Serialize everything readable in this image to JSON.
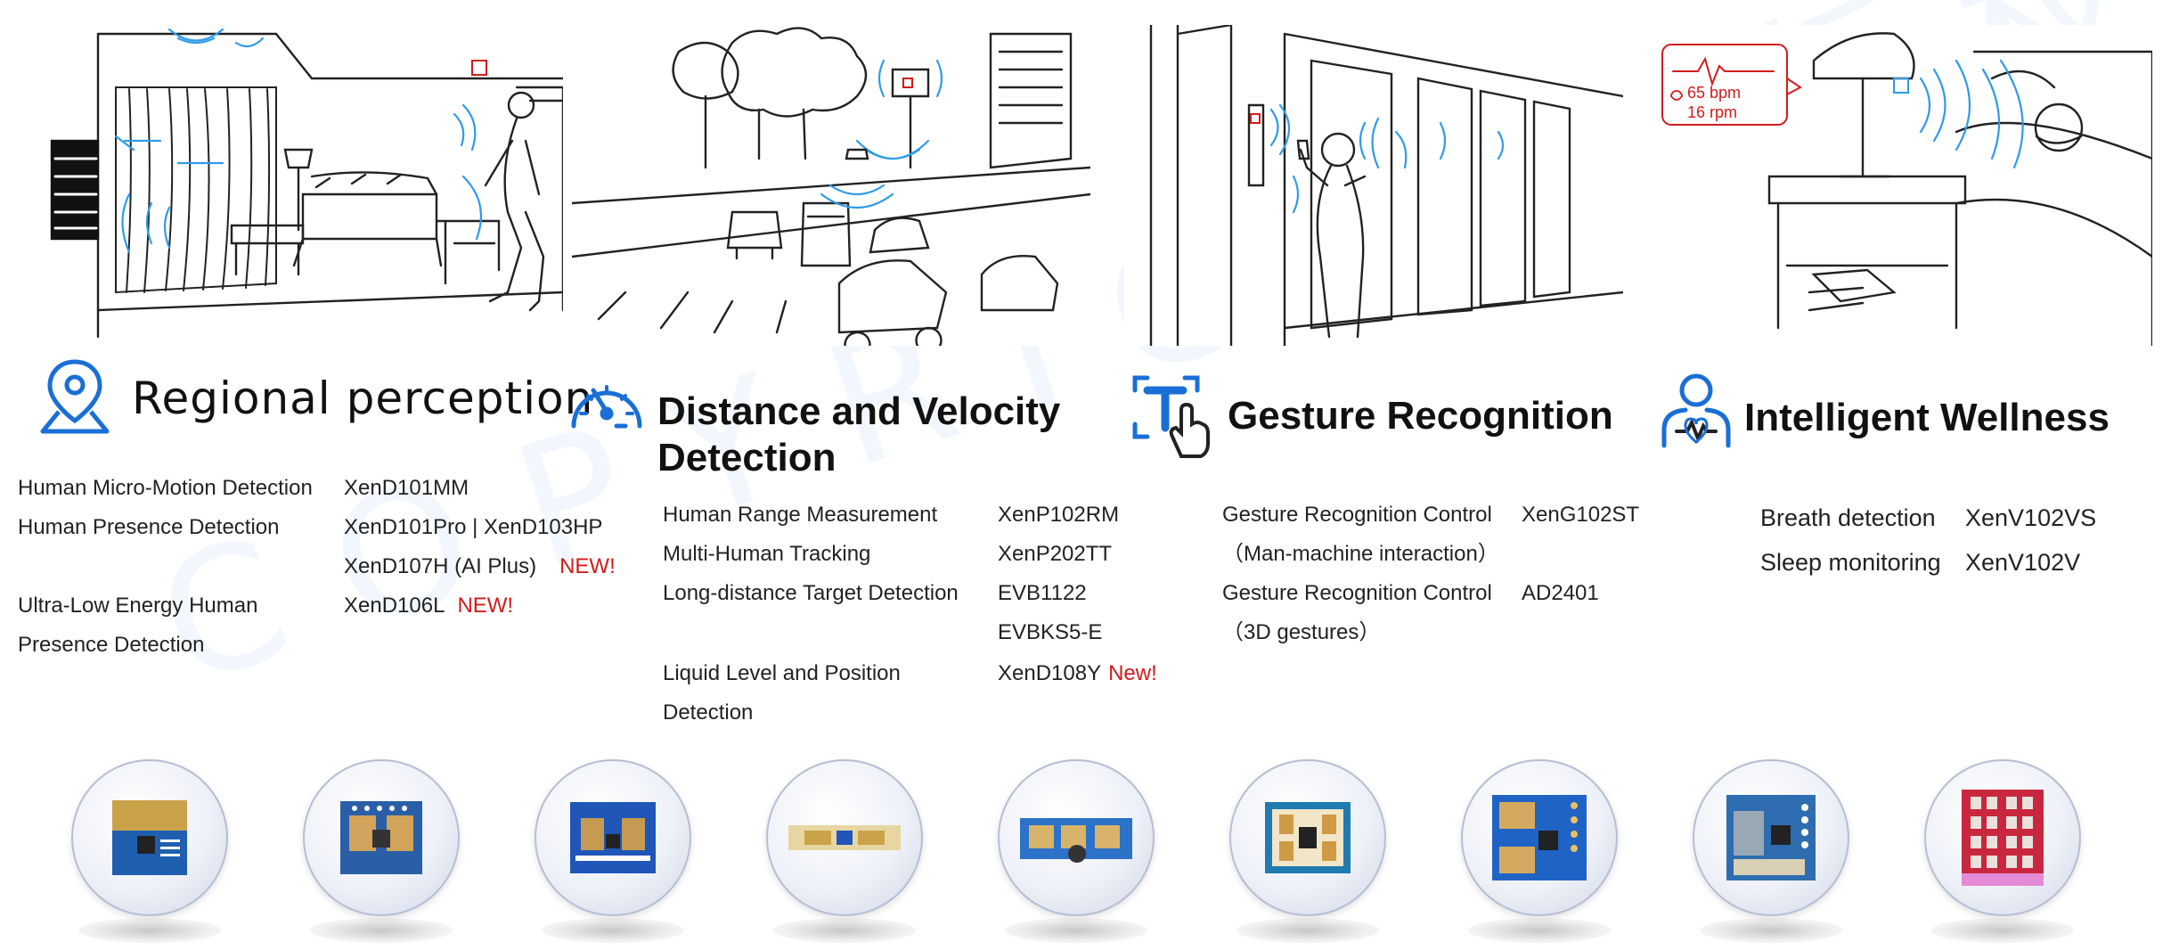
{
  "watermark": "COPYRIGHT 版权文件",
  "scenes": {
    "wellness_bubble": {
      "line1": "65 bpm",
      "line2": "16 rpm"
    }
  },
  "sections": [
    {
      "title": "Regional perception",
      "icon": "location-pin-icon",
      "rows": [
        {
          "label": "Human Micro-Motion Detection",
          "value": "XenD101MM"
        },
        {
          "label": "Human Presence Detection",
          "value": "XenD101Pro | XenD103HP"
        },
        {
          "label": "",
          "value": "XenD107H (AI Plus)",
          "badge": "NEW!"
        },
        {
          "label": "Ultra-Low Energy Human",
          "value": "XenD106L",
          "badge": "NEW!"
        },
        {
          "label": "Presence Detection",
          "value": ""
        }
      ]
    },
    {
      "title_line1": "Distance and Velocity",
      "title_line2": "Detection",
      "icon": "speedometer-icon",
      "rows": [
        {
          "label": "Human Range Measurement",
          "value": "XenP102RM"
        },
        {
          "label": "Multi-Human Tracking",
          "value": "XenP202TT"
        },
        {
          "label": "Long-distance Target Detection",
          "value": "EVB1122"
        },
        {
          "label": "",
          "value": "EVBKS5-E"
        },
        {
          "label": "Liquid Level and Position",
          "value": "XenD108Y",
          "badge": "New!"
        },
        {
          "label": "Detection",
          "value": ""
        }
      ]
    },
    {
      "title": "Gesture Recognition",
      "icon": "touch-gesture-icon",
      "rows": [
        {
          "label": "Gesture Recognition Control",
          "value": "XenG102ST"
        },
        {
          "label": "（Man-machine interaction）",
          "value": ""
        },
        {
          "label": "Gesture Recognition Control",
          "value": "AD2401"
        },
        {
          "label": "（3D gestures）",
          "value": ""
        }
      ]
    },
    {
      "title": "Intelligent Wellness",
      "icon": "person-heartbeat-icon",
      "rows": [
        {
          "label": "Breath detection",
          "value": "XenV102VS"
        },
        {
          "label": "Sleep monitoring",
          "value": "XenV102V"
        }
      ]
    }
  ],
  "accent": "#1a6fd6",
  "badge_color": "#d21b1b"
}
